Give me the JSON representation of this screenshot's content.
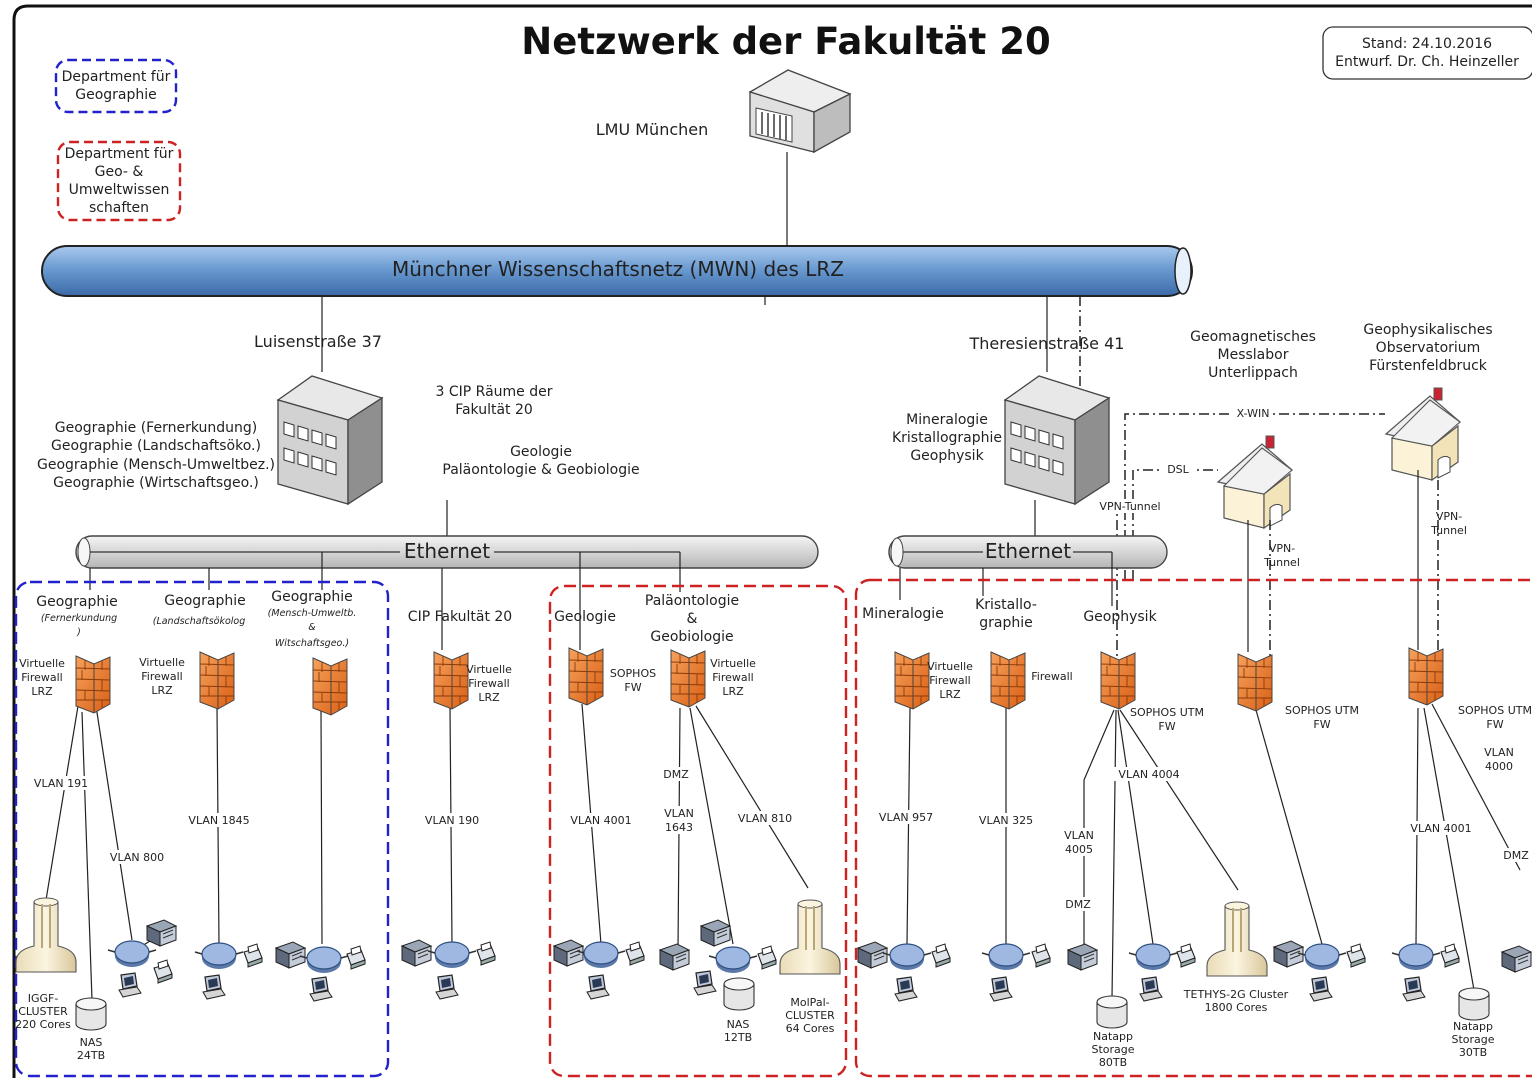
{
  "title": "Netzwerk der Fakultät 20",
  "stand": {
    "line1": "Stand: 24.10.2016",
    "line2": "Entwurf. Dr. Ch. Heinzeller"
  },
  "legend": [
    {
      "lines": [
        "Department für",
        "Geographie"
      ],
      "color": "#2222cc"
    },
    {
      "lines": [
        "Department für",
        "Geo- &",
        "Umweltwissen",
        "schaften"
      ],
      "color": "#cc2222"
    }
  ],
  "lmu": "LMU München",
  "mwn": "Münchner Wissenschaftsnetz (MWN) des LRZ",
  "luisen": {
    "label": "Luisenstraße 37",
    "units": [
      "Geographie (Fernerkundung)",
      "Geographie (Landschaftsöko.)",
      "Geographie (Mensch-Umweltbez.)",
      "Geographie (Wirtschaftsgeo.)"
    ],
    "cip": [
      "3 CIP Räume der",
      "Fakultät 20"
    ],
    "geo": [
      "Geologie",
      "Paläontologie & Geobiologie"
    ]
  },
  "theresien": {
    "label": "Theresienstraße 41",
    "units": [
      "Mineralogie",
      "Kristallographie",
      "Geophysik"
    ]
  },
  "geomag": [
    "Geomagnetisches",
    "Messlabor",
    "Unterlippach"
  ],
  "observ": [
    "Geophysikalisches",
    "Observatorium",
    "Fürstenfeldbruck"
  ],
  "ethernet": [
    "Ethernet",
    "Ethernet"
  ],
  "links": {
    "xwin": "X-WIN",
    "dsl": "DSL",
    "vpn": "VPN-Tunnel",
    "vpn_a": "VPN-",
    "vpn_b": "Tunnel"
  },
  "depts": {
    "gfern": {
      "name": "Geographie",
      "sub": [
        "(Fernerkundung",
        ")"
      ],
      "fw": [
        "Virtuelle",
        "Firewall",
        "LRZ"
      ],
      "vlans": [
        "VLAN 191",
        "VLAN 800"
      ]
    },
    "gland": {
      "name": "Geographie",
      "sub": [
        "(Landschaftsökolog"
      ],
      "fw": [
        "Virtuelle",
        "Firewall",
        "LRZ"
      ],
      "vlans": [
        "VLAN 1845"
      ]
    },
    "gmens": {
      "name": "Geographie",
      "sub": [
        "(Mensch-Umweltb.",
        "&",
        "Witschaftsgeo.)"
      ]
    },
    "cip": {
      "name": "CIP Fakultät 20",
      "fw": [
        "Virtuelle",
        "Firewall",
        "LRZ"
      ],
      "vlans": [
        "VLAN 190"
      ]
    },
    "geol": {
      "name": "Geologie",
      "fw": [
        "SOPHOS",
        "FW"
      ],
      "vlans": [
        "VLAN 4001"
      ]
    },
    "palae": {
      "name": [
        "Paläontologie",
        "&",
        "Geobiologie"
      ],
      "fw": [
        "Virtuelle",
        "Firewall",
        "LRZ"
      ],
      "dmz": "DMZ",
      "vlans": [
        "VLAN",
        "1643",
        "VLAN 810"
      ]
    },
    "miner": {
      "name": "Mineralogie",
      "fw": [
        "Virtuelle",
        "Firewall",
        "LRZ"
      ],
      "vlans": [
        "VLAN 957"
      ]
    },
    "krist": {
      "name": [
        "Kristallo-",
        "graphie"
      ],
      "fw": [
        "Firewall"
      ],
      "vlans": [
        "VLAN 325"
      ]
    },
    "gphys": {
      "name": "Geophysik",
      "fw": [
        "SOPHOS UTM",
        "FW"
      ],
      "vlans": [
        "VLAN 4004",
        "VLAN",
        "4005",
        "DMZ"
      ]
    },
    "geomagfw": {
      "fw": [
        "SOPHOS UTM",
        "FW"
      ]
    },
    "obsfw": {
      "fw": [
        "SOPHOS UTM",
        "FW"
      ],
      "vlans": [
        "VLAN 4001",
        "VLAN",
        "4000",
        "DMZ"
      ]
    }
  },
  "devices": {
    "iggf": [
      "IGGF-",
      "CLUSTER",
      "220 Cores"
    ],
    "nas24": [
      "NAS",
      "24TB"
    ],
    "nas12": [
      "NAS",
      "12TB"
    ],
    "molpal": [
      "MolPal-",
      "CLUSTER",
      "64 Cores"
    ],
    "natapp80": [
      "Natapp",
      "Storage",
      "80TB"
    ],
    "tethys": [
      "TETHYS-2G Cluster",
      "1800 Cores"
    ],
    "natapp30": [
      "Natapp",
      "Storage",
      "30TB"
    ]
  },
  "colors": {
    "blue_dept": "#2222cc",
    "red_dept": "#cc2222",
    "mwn_tube": "#6b9bd1",
    "eth_tube": "#dcdcdc",
    "firewall": "#e8762b"
  }
}
